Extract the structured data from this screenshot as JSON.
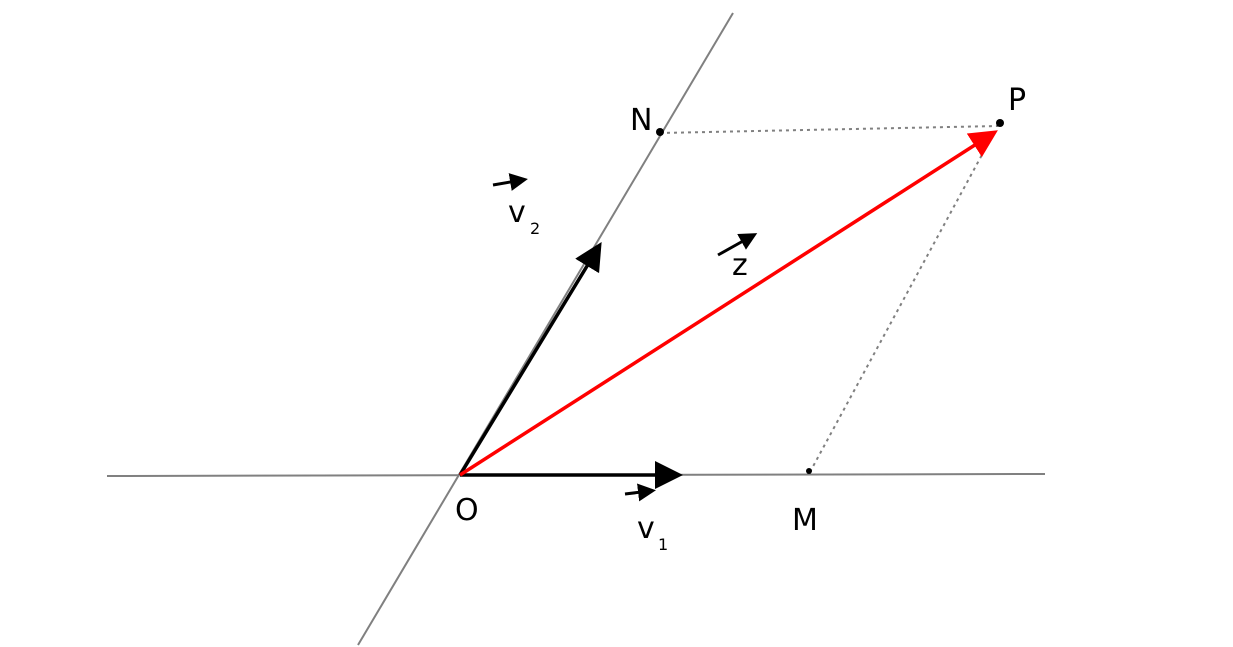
{
  "labels": {
    "origin": "O",
    "point_n": "N",
    "point_p": "P",
    "point_m": "M",
    "vector_v1": "v",
    "vector_v1_sub": "1",
    "vector_v2": "v",
    "vector_v2_sub": "2",
    "vector_z": "z"
  },
  "colors": {
    "axis": "#808080",
    "basis_vectors": "#000000",
    "resultant_vector": "#ff0000",
    "projection_lines": "#808080"
  }
}
